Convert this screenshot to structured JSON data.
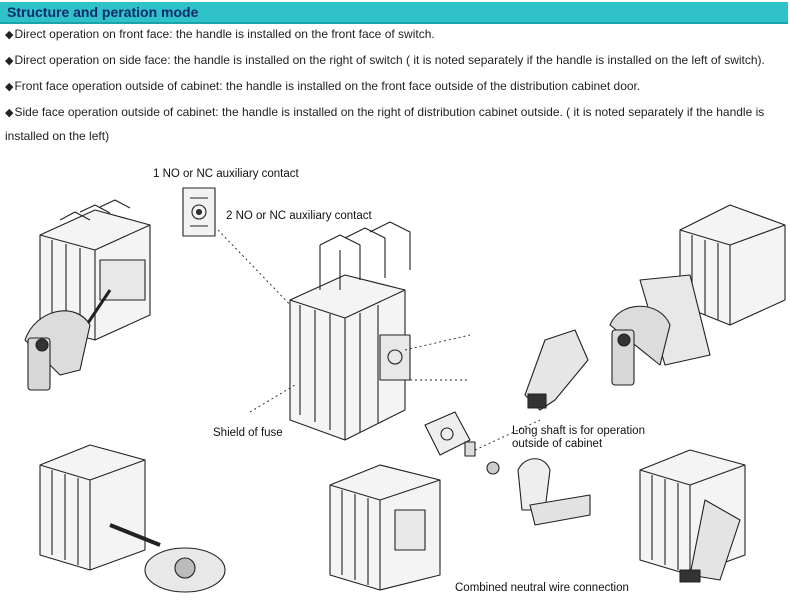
{
  "header": {
    "title": "Structure and peration mode"
  },
  "paragraphs": [
    {
      "bullet": "◆",
      "text": "Direct operation on front face: the handle is installed on the front face of switch."
    },
    {
      "bullet": "◆",
      "text": "Direct operation on side face: the handle is installed on the right of switch ( it is noted separately if the handle is installed on the left of switch)."
    },
    {
      "bullet": "◆",
      "text": "Front face operation outside of cabinet: the handle is installed on the front face outside of the distribution cabinet door."
    },
    {
      "bullet": "◆",
      "text": "Side face operation outside of cabinet: the handle is installed on the right of distribution cabinet outside. ( it is noted separately if the handle is"
    },
    {
      "text": "installed on the left)"
    }
  ],
  "diagram": {
    "labels": {
      "aux1": "1 NO or NC auxiliary contact",
      "aux2": "2 NO or NC auxiliary contact",
      "fuse_shield": "Shield of fuse",
      "long_shaft_1": "Long shaft is for operation",
      "long_shaft_2": "outside of cabinet",
      "neutral": "Combined neutral wire connection"
    }
  }
}
